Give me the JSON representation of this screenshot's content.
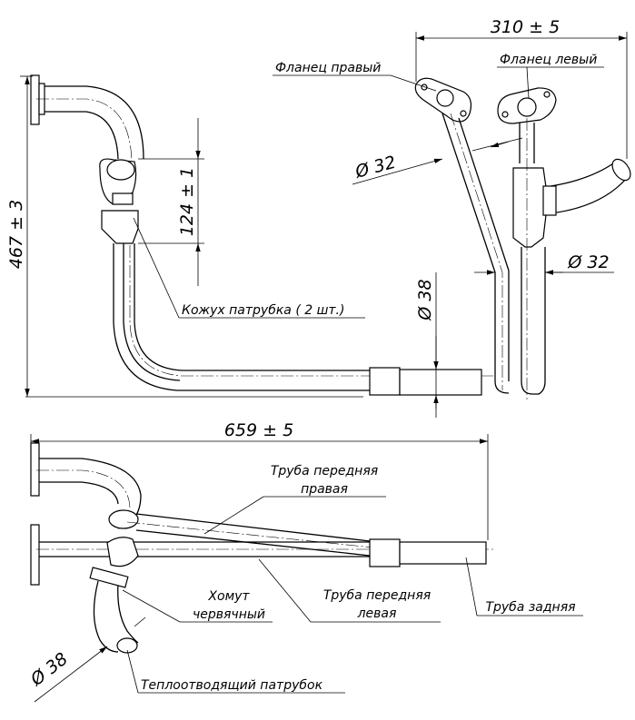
{
  "dimensions": {
    "right_width": "310 ± 5",
    "total_height": "467 ± 3",
    "sleeve_height": "124 ± 1",
    "total_length": "659 ± 5",
    "dia_flange_pipe": "Ø 32",
    "dia_right_pipe": "Ø 32",
    "dia_rear_pipe": "Ø 38",
    "dia_outlet": "Ø 38"
  },
  "labels": {
    "flange_right": "Фланец правый",
    "flange_left": "Фланец левый",
    "sleeve": "Кожух патрубка ( 2 шт.)",
    "pipe_front_right_1": "Труба передняя",
    "pipe_front_right_2": "правая",
    "clamp_1": "Хомут",
    "clamp_2": "червячный",
    "pipe_front_left_1": "Труба передняя",
    "pipe_front_left_2": "левая",
    "pipe_rear": "Труба задняя",
    "heat_pipe": "Теплоотводящий патрубок"
  }
}
